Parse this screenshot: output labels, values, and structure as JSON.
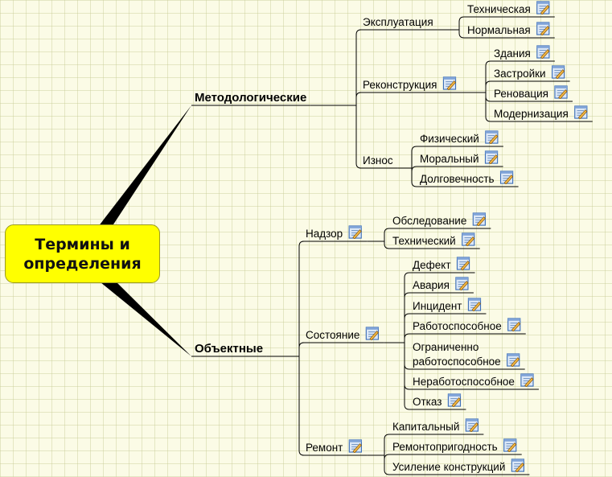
{
  "root": {
    "line1": "Термины и",
    "line2": "определения"
  },
  "branches": [
    {
      "label": "Методологические",
      "children": [
        {
          "label": "Эксплуатация",
          "note": false,
          "children": [
            {
              "label": "Техническая",
              "note": true
            },
            {
              "label": "Нормальная",
              "note": true
            }
          ]
        },
        {
          "label": "Реконструкция",
          "note": true,
          "children": [
            {
              "label": "Здания",
              "note": true
            },
            {
              "label": "Застройки",
              "note": true
            },
            {
              "label": "Реновация",
              "note": true
            },
            {
              "label": "Модернизация",
              "note": true
            }
          ]
        },
        {
          "label": "Износ",
          "note": false,
          "children": [
            {
              "label": "Физический",
              "note": true
            },
            {
              "label": "Моральный",
              "note": true
            },
            {
              "label": "Долговечность",
              "note": true
            }
          ]
        }
      ]
    },
    {
      "label": "Объектные",
      "children": [
        {
          "label": "Надзор",
          "note": true,
          "children": [
            {
              "label": "Обследование",
              "note": true
            },
            {
              "label": "Технический",
              "note": true
            }
          ]
        },
        {
          "label": "Состояние",
          "note": true,
          "children": [
            {
              "label": "Дефект",
              "note": true
            },
            {
              "label": "Авария",
              "note": true
            },
            {
              "label": "Инцидент",
              "note": true
            },
            {
              "label": "Работоспособное",
              "note": true
            },
            {
              "label": "Ограниченно работоспособное",
              "line1": "Ограниченно",
              "line2": "работоспособное",
              "note": true
            },
            {
              "label": "Неработоспособное",
              "note": true
            },
            {
              "label": "Отказ",
              "note": true
            }
          ]
        },
        {
          "label": "Ремонт",
          "note": true,
          "children": [
            {
              "label": "Капитальный",
              "note": true
            },
            {
              "label": "Ремонтопригодность",
              "note": true
            },
            {
              "label": "Усиление конструкций",
              "note": true
            }
          ]
        }
      ]
    }
  ],
  "colors": {
    "background": "#fbfbe6",
    "root_fill": "#ffff00",
    "lines": "#000000",
    "note_icon": "#4a78c8"
  },
  "icons": {
    "note": "note-icon"
  }
}
